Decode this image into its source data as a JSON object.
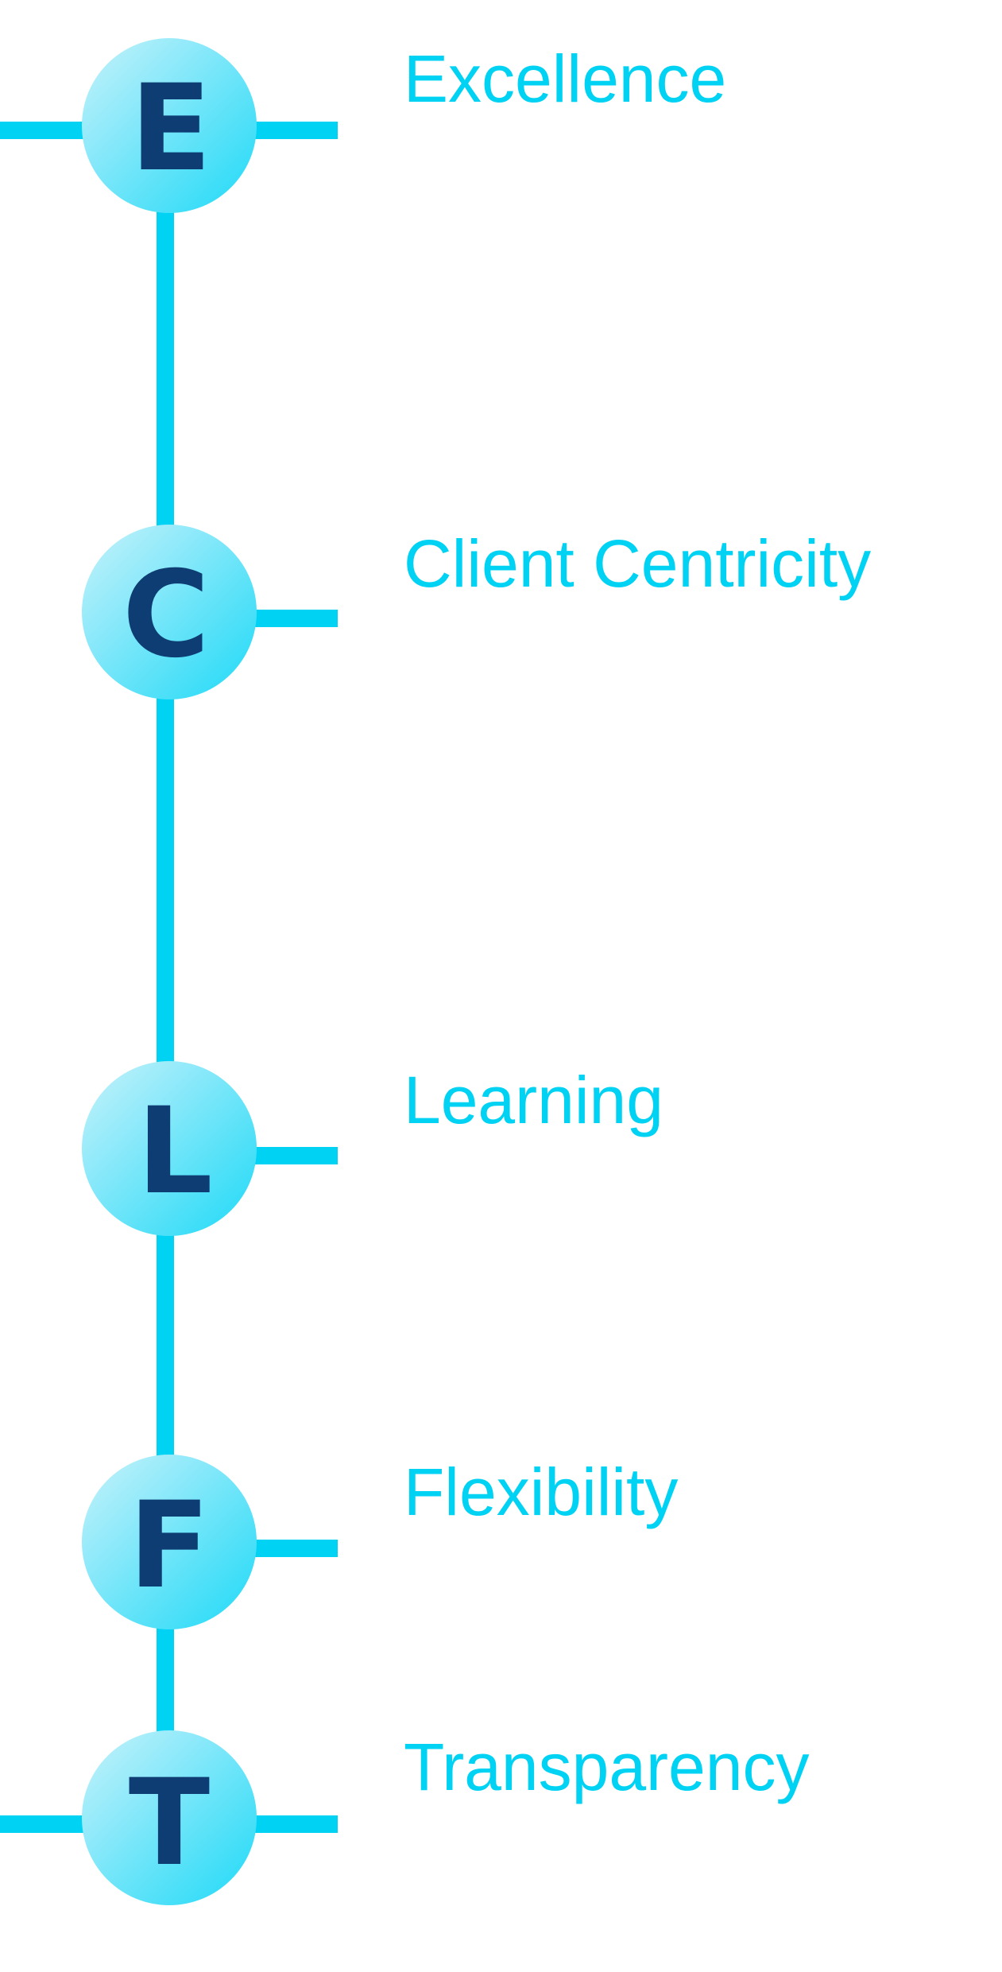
{
  "colors": {
    "line": "#00d2f3",
    "circle_light": "#c8f2fb",
    "circle_dark": "#1ed9f7",
    "letter": "#0e3d74",
    "label": "#00d2f3",
    "background": "#ffffff"
  },
  "nodes": [
    {
      "letter": "E",
      "label": "Excellence"
    },
    {
      "letter": "C",
      "label": "Client Centricity"
    },
    {
      "letter": "L",
      "label": "Learning"
    },
    {
      "letter": "F",
      "label": "Flexibility"
    },
    {
      "letter": "T",
      "label": "Transparency"
    }
  ]
}
